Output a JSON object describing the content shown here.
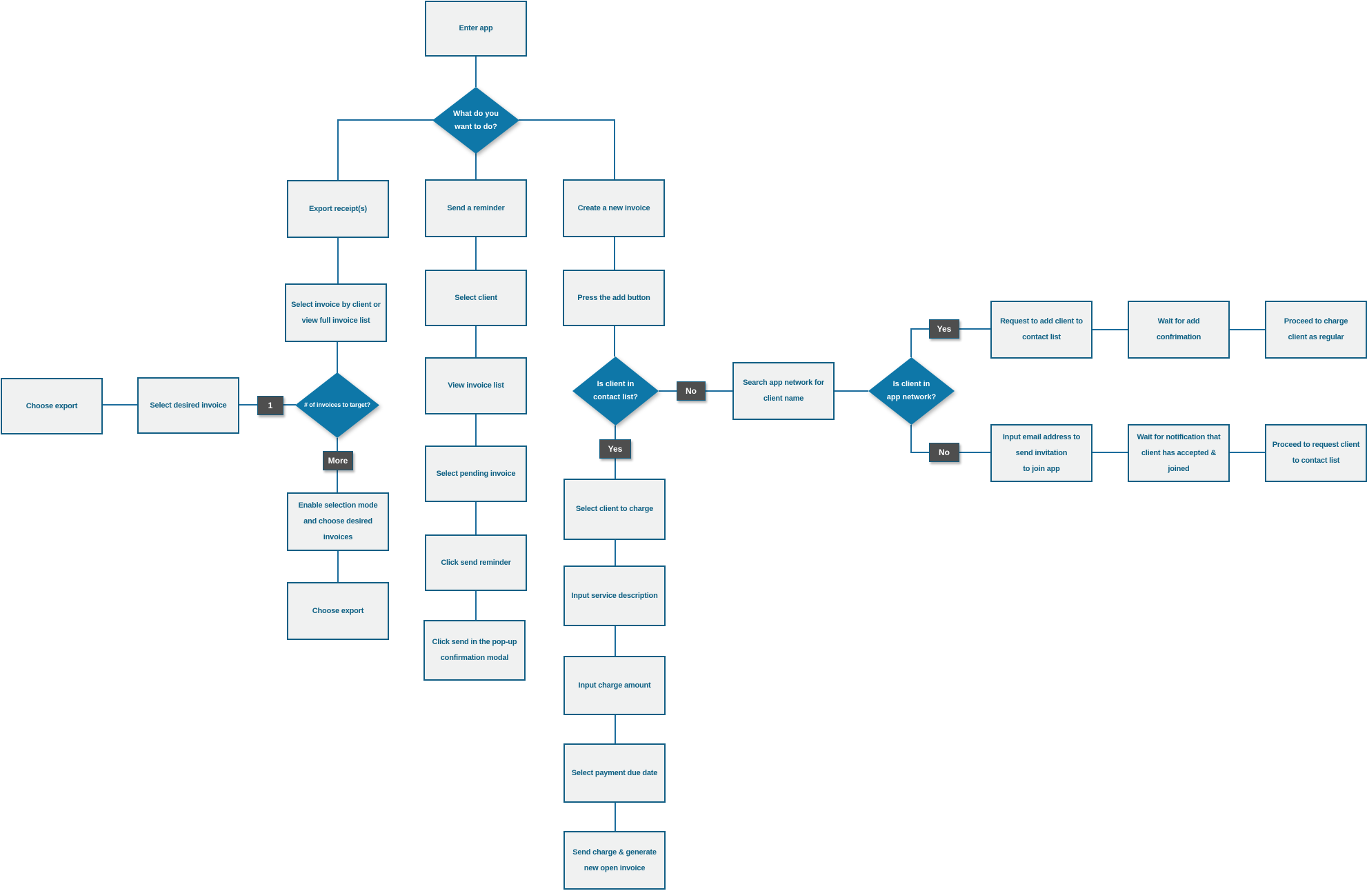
{
  "diagram": {
    "type": "flowchart",
    "colors": {
      "box_fill": "#f0f1f1",
      "box_border": "#115e84",
      "box_text": "#0e6083",
      "decision_fill": "#0e77a8",
      "decision_text": "#ffffff",
      "badge_fill": "#4e4e4e",
      "badge_text": "#ffffff",
      "connector": "#1b6c9c",
      "background": "#ffffff"
    }
  },
  "nodes": {
    "enter_app": "Enter app",
    "what_to_do": "What do you\nwant to do?",
    "export_receipts": "Export receipt(s)",
    "send_reminder": "Send a reminder",
    "create_invoice": "Create a new invoice",
    "select_invoice_by_client": "Select invoice by client or\nview full invoice list",
    "select_client": "Select client",
    "press_add_button": "Press the add button",
    "view_invoice_list": "View invoice list",
    "select_pending_invoice": "Select pending invoice",
    "click_send_reminder": "Click send reminder",
    "click_send_modal": "Click send in the pop-up\nconfirmation modal",
    "choose_export_left": "Choose export",
    "select_desired_invoice": "Select desired invoice",
    "invoices_target": "# of invoices to target?",
    "enable_selection": "Enable selection mode\nand choose desired\ninvoices",
    "choose_export_bottom": "Choose export",
    "is_client_contact": "Is client in\ncontact list?",
    "select_client_charge": "Select client to charge",
    "input_service_desc": "Input service description",
    "input_charge_amount": "Input charge amount",
    "select_payment_due": "Select payment due date",
    "send_charge_generate": "Send charge & generate\nnew open invoice",
    "search_app_network": "Search app network for\nclient name",
    "is_client_app_network": "Is client in\napp network?",
    "request_add_client": "Request to add client to\ncontact list",
    "wait_add_confirmation": "Wait for add\nconfrimation",
    "proceed_charge_regular": "Proceed to charge\nclient as regular",
    "input_email": "Input email address to\nsend invitation\nto join app",
    "wait_notification": "Wait for notification that\nclient has accepted &\njoined",
    "proceed_request_client": "Proceed to request client\nto contact list"
  },
  "labels": {
    "one": "1",
    "more": "More",
    "yes": "Yes",
    "no": "No"
  }
}
